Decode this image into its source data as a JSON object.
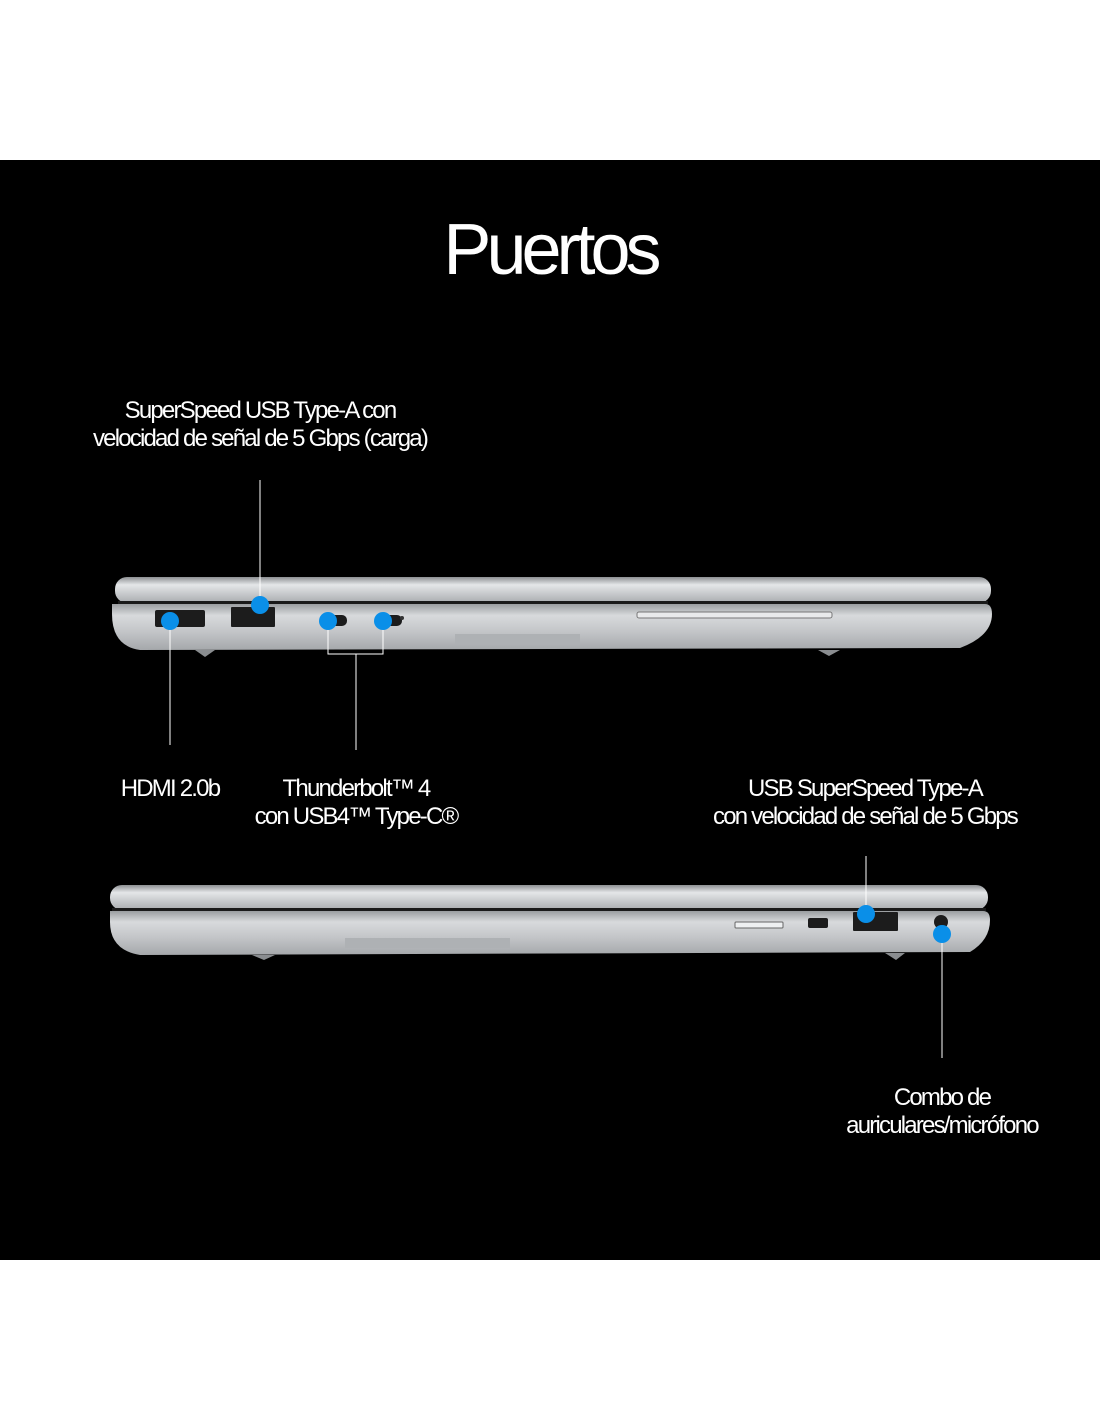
{
  "title": "Puertos",
  "colors": {
    "background": "#000000",
    "accent_dot": "#0a8fe8",
    "text": "#ffffff"
  },
  "left_side_labels": {
    "usb_a_charging": [
      "SuperSpeed USB Type-A con",
      "velocidad de señal de 5 Gbps (carga)"
    ],
    "hdmi": "HDMI 2.0b",
    "thunderbolt": [
      "Thunderbolt™ 4",
      "con USB4™ Type-C®"
    ]
  },
  "right_side_labels": {
    "usb_a": [
      "USB SuperSpeed Type-A",
      "con velocidad de señal de 5 Gbps"
    ],
    "audio_combo": [
      "Combo de",
      "auriculares/micrófono"
    ]
  }
}
